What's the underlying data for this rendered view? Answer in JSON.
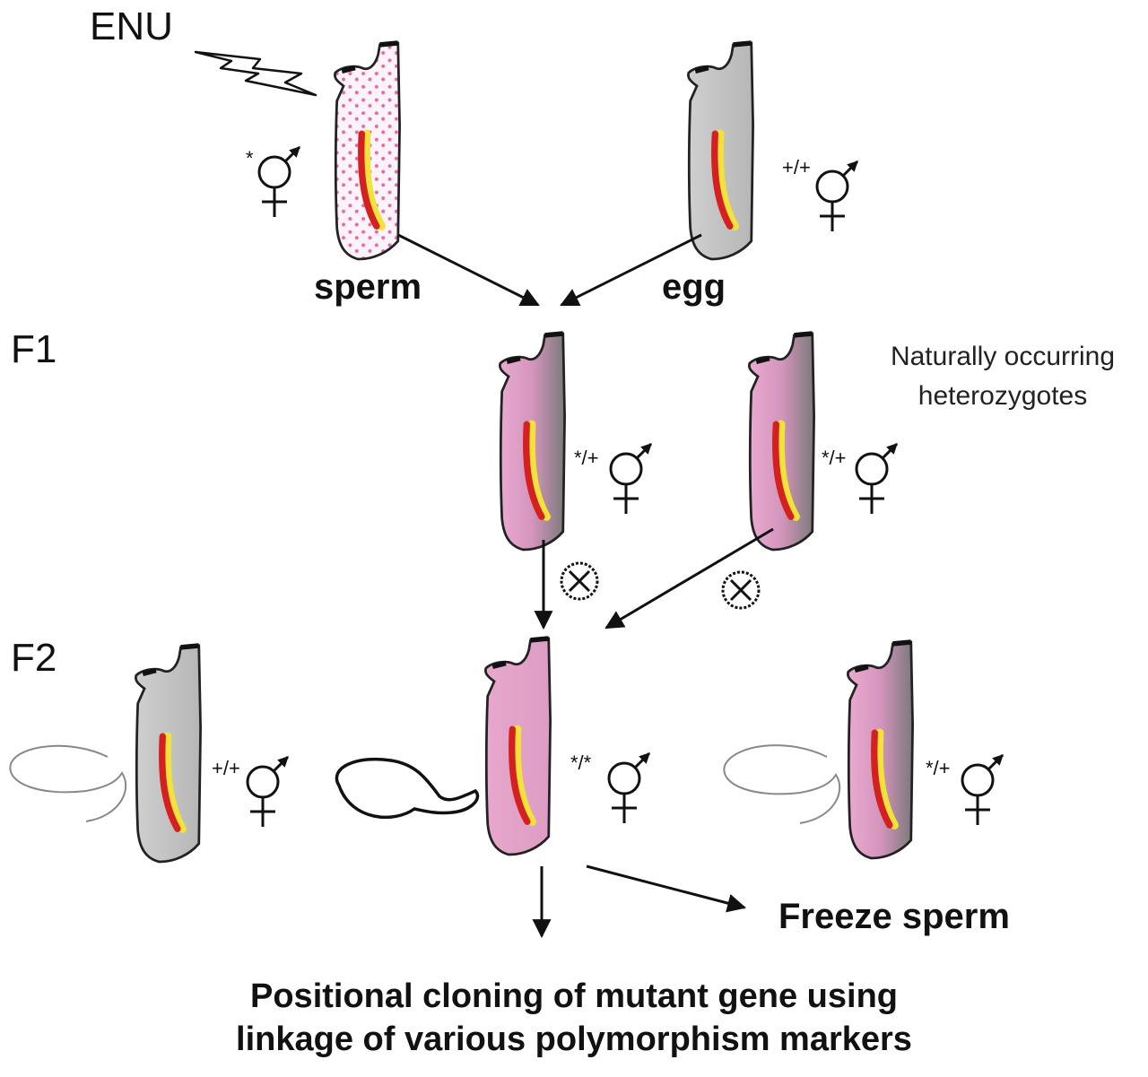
{
  "labels": {
    "mutagen": "ENU",
    "sperm": "sperm",
    "egg": "egg",
    "gen_f1": "F1",
    "gen_f2": "F2",
    "natural_line1": "Naturally occurring",
    "natural_line2": "heterozygotes",
    "freeze": "Freeze sperm",
    "conclusion_line1": "Positional cloning of mutant gene using",
    "conclusion_line2": "linkage of various polymorphism markers"
  },
  "genotypes": {
    "p0_mutagenized": "*",
    "p0_wildtype": "+/+",
    "f1_a": "*/+",
    "f1_b": "*/+",
    "f2_wildtype": "+/+",
    "f2_homozygous": "*/*",
    "f2_heterozygous": "*/+"
  },
  "colors": {
    "wildtype_fill": "#c8c8c8",
    "mutant_fill": "#e8a8cc",
    "ventricle_red": "#d42020",
    "ventricle_yellow": "#f2e23a"
  },
  "icons": {
    "symbol": "hermaphrodite-symbol-icon",
    "cross": "self-cross-icon",
    "lightning": "lightning-icon"
  }
}
